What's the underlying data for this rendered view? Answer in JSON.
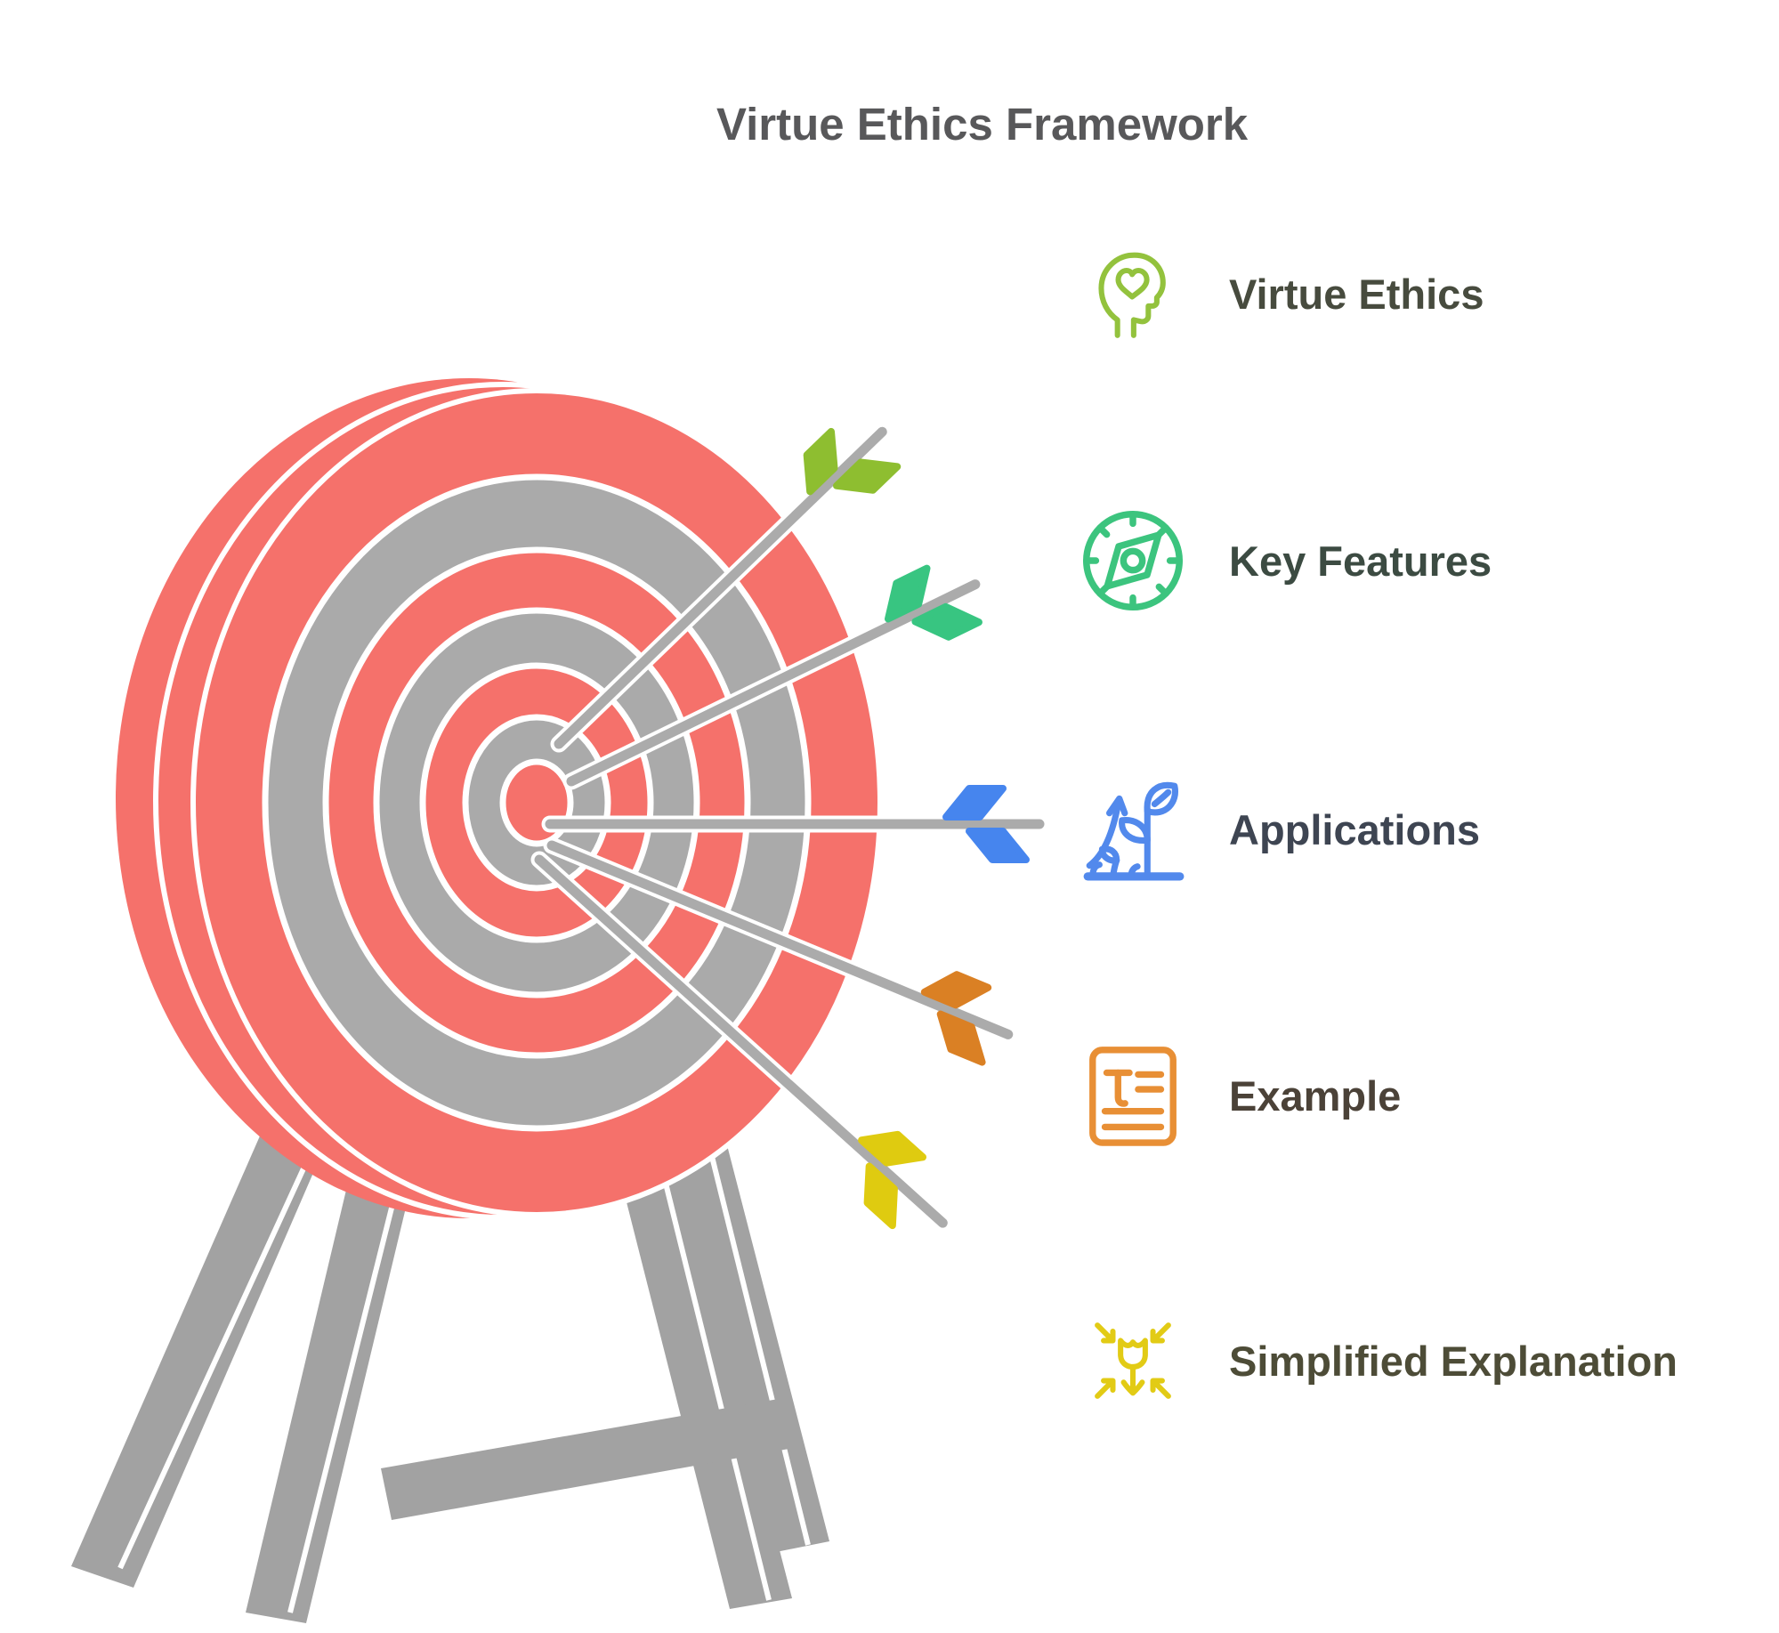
{
  "title": {
    "text": "Virtue Ethics Framework",
    "color": "#58585A"
  },
  "legend": {
    "items": [
      {
        "label": "Virtue Ethics",
        "icon": "head-heart-icon",
        "icon_color": "#93C23D",
        "label_color": "#474B3E"
      },
      {
        "label": "Key Features",
        "icon": "compass-icon",
        "icon_color": "#3CC47E",
        "label_color": "#3C4B42"
      },
      {
        "label": "Applications",
        "icon": "growth-plant-icon",
        "icon_color": "#5289EC",
        "label_color": "#3E4552"
      },
      {
        "label": "Example",
        "icon": "text-document-icon",
        "icon_color": "#E88F35",
        "label_color": "#4B4238"
      },
      {
        "label": "Simplified Explanation",
        "icon": "flower-focus-icon",
        "icon_color": "#E2CB15",
        "label_color": "#4D4C37"
      }
    ]
  },
  "illustration": {
    "name": "archery-target-with-arrows-on-stand",
    "target_red": "#F5716B",
    "target_gray": "#AAAAAA",
    "stand_gray": "#A2A2A2",
    "shaft_gray": "#ABABAB",
    "arrows": [
      {
        "name": "arrow-yellow-green",
        "fletching_color": "#8EBE30"
      },
      {
        "name": "arrow-emerald",
        "fletching_color": "#38C581"
      },
      {
        "name": "arrow-blue",
        "fletching_color": "#4685EE"
      },
      {
        "name": "arrow-orange",
        "fletching_color": "#DA8024"
      },
      {
        "name": "arrow-yellow",
        "fletching_color": "#DFCB10"
      }
    ]
  }
}
